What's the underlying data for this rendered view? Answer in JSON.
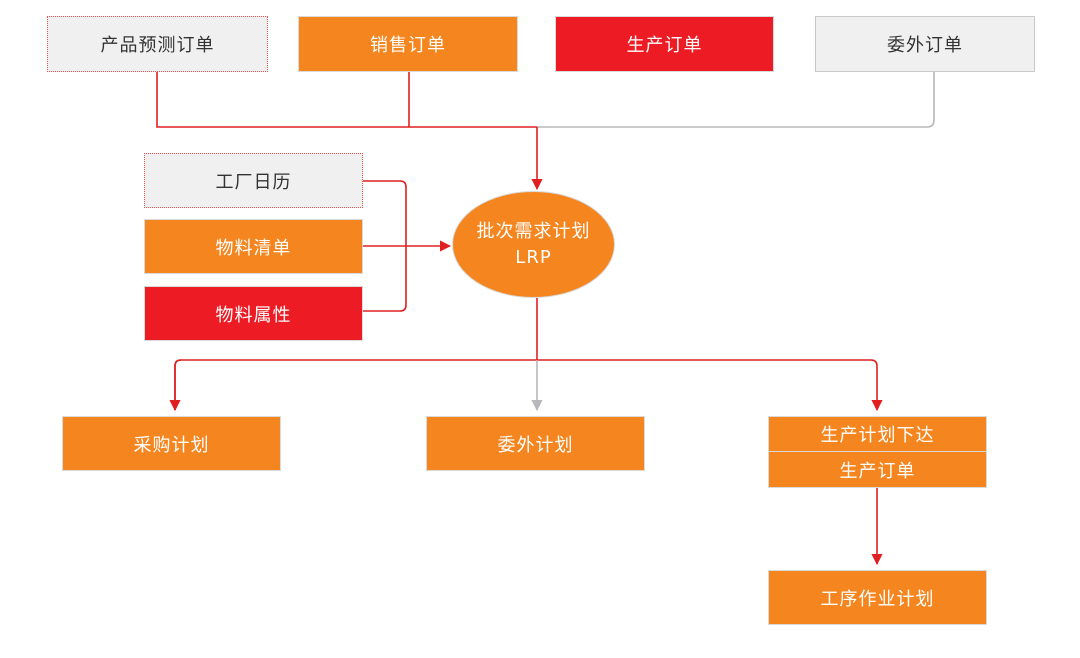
{
  "inputs": {
    "forecast_order": "产品预测订单",
    "sales_order": "销售订单",
    "production_order": "生产订单",
    "outsource_order": "委外订单"
  },
  "resources": {
    "factory_calendar": "工厂日历",
    "bom": "物料清单",
    "material_attributes": "物料属性"
  },
  "center": {
    "line1": "批次需求计划",
    "line2": "LRP"
  },
  "outputs": {
    "purchase_plan": "采购计划",
    "outsource_plan": "委外计划",
    "production_release": "生产计划下达",
    "production_order": "生产订单",
    "operation_plan": "工序作业计划"
  },
  "colors": {
    "orange": "#f5861f",
    "red": "#ed1c24",
    "gray": "#f0f0f0",
    "connector_gray": "#b8b8bc",
    "connector_red": "#e02020"
  }
}
